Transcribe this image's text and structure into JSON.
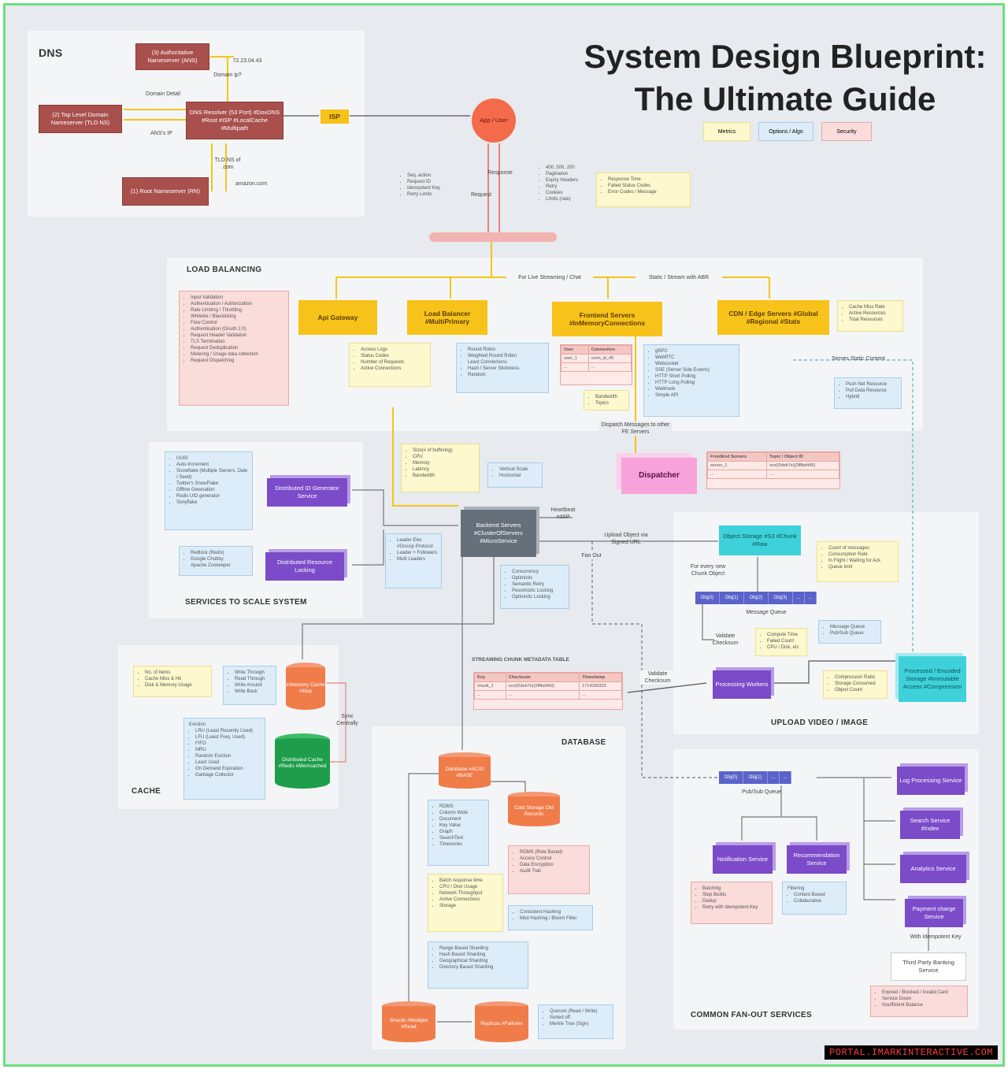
{
  "title": [
    "System Design Blueprint:",
    "The Ultimate Guide"
  ],
  "legend": [
    "Metrics",
    "Options / Algo",
    "Security"
  ],
  "sections": {
    "dns": "DNS",
    "lb": "LOAD BALANCING",
    "scale": "SERVICES TO SCALE SYSTEM",
    "upload": "UPLOAD VIDEO / IMAGE",
    "cache": "CACHE",
    "database": "DATABASE",
    "fanout": "COMMON FAN-OUT SERVICES"
  },
  "dns": {
    "authoritative": "(3) Authoritative Nameserver (ANS)",
    "tld": "(2) Top Level Domain Nameserver (TLD NS)",
    "resolver": "DNS Resolver (53 Port) #DoxDNS #Root #ISP #LocalCache #Multipath",
    "root": "(1) Root Nameserver (RN)",
    "isp": "ISP",
    "ip": "72.23.04.43",
    "domain_ip": "Domain ip?",
    "domain_detail": "Domain Detail",
    "ans_ip": "ANS's IP",
    "tld_ns": "TLD NS of .com",
    "amazon": "amazon.com"
  },
  "app": {
    "user": "App / User",
    "request": "Request",
    "response": "Response",
    "req_notes": [
      "Seq. action",
      "Request ID",
      "Idempotent Key",
      "Retry Limits"
    ],
    "resp_notes": [
      "400, 500, 200",
      "Pagination",
      "Expiry Headers",
      "Retry",
      "Cookies",
      "Limits (rate)"
    ],
    "metrics": [
      "Response Time",
      "Failed Status Codes",
      "Error Codes / Message"
    ]
  },
  "lb": {
    "route_live": "For Live Streaming / Chat",
    "route_static": "Static / Stream with ABR",
    "api_gateway": "Api Gateway",
    "load_balancer": "Load Balancer #MultiPrimary",
    "frontend": "Frontend Servers #InMemoryConnections",
    "cdn": "CDN / Edge Servers #Global #Regional #Stats",
    "gateway_features": [
      "Input Validation",
      "Authentication / Authorization",
      "Rate Limiting / Throttling",
      "Whitelist / Blacklisting",
      "Flow Control",
      "Authentication (OAuth 2.0)",
      "Request Header Validation",
      "TLS Termination",
      "Request Deduplication",
      "Metering / Usage data collection",
      "Request Dispatching"
    ],
    "lb_metrics": [
      "Access Logs",
      "Status Codes",
      "Number of Requests",
      "Active Connections"
    ],
    "lb_algos": [
      "Round Robin",
      "Weighted Round Robin",
      "Least Connections",
      "Hash / Server Stickiness",
      "Random"
    ],
    "conn_table": {
      "headers": [
        "User",
        "Connection"
      ],
      "rows": [
        [
          "user_1",
          "conn_id_45"
        ],
        [
          "...",
          "..."
        ]
      ]
    },
    "bandwidth": [
      "Bandwidth",
      "Topics"
    ],
    "protocols": [
      "gRPC",
      "WebRTC",
      "Websocket",
      "SSE (Server Side Events)",
      "HTTP Short Polling",
      "HTTP Long Polling",
      "Webhook",
      "Simple API"
    ],
    "cdn_metrics": [
      "Cache Miss Rate",
      "Active Resources",
      "Total Resources"
    ],
    "serves_static": "Serves Static Content",
    "cdn_modes": [
      "Push Net Resource",
      "Pull Data Resource",
      "Hybrid"
    ],
    "dispatch": "Dispatch Messages to other FE Servers"
  },
  "dispatcher": {
    "label": "Dispatcher",
    "table": {
      "headers": [
        "FrontEnd Servers",
        "Topic / Object ID"
      ],
      "rows": [
        [
          "server_1",
          "xxx(f2deb7e)(2fffbd449)"
        ],
        [
          "...",
          "..."
        ]
      ]
    }
  },
  "scale": {
    "backend": "Backend Servers #ClusterOfServers #MicroService",
    "backend_metrics": [
      "Size(# of buffering)",
      "CPU",
      "Memory",
      "Latency",
      "Bandwidth"
    ],
    "scaling": [
      "Vertical Scale",
      "Horizontal"
    ],
    "heartbeat": "Heartbeat ndAP",
    "id_gen": "Distributed ID Generator Service",
    "locking": "Distributed Resource Locking",
    "id_options": [
      "UUID",
      "Auto-Increment",
      "Snowflake (Multiple Servers, Date / Seed)",
      "Twitter's SnowFlake",
      "Offline Generation",
      "Redis UID generator",
      "Sonyflake"
    ],
    "lock_options": [
      "Redlock (Redis)",
      "Google Chubby",
      "Apache Zookeeper"
    ],
    "leader_opts": [
      "Leader Elec #Gossip Protocol",
      "Leader + Followers",
      "Multi Leaders"
    ],
    "concurrency": [
      "Concurrency",
      "Optimistic",
      "Semantic Retry",
      "Pessimistic Locking",
      "Optimistic Locking"
    ]
  },
  "upload": {
    "object_storage": "Object Storage #S3 #Chunk #Raw",
    "upload_via": "Upload Object via Signed URL",
    "queue_meta": [
      "Count of messages",
      "Consumption Rate",
      "In Flight / Waiting for Ack",
      "Queue limit"
    ],
    "chunk": "For every new Chunk Object",
    "queue": [
      "Obj(0)",
      "Obj(1)",
      "Obj(2)",
      "Obj(3)",
      "...",
      "..."
    ],
    "queue_label": "Message Queue",
    "queue_types": [
      "Message Queue",
      "Pub/Sub Queue"
    ],
    "validate1": "Validate Checksum",
    "worker_metrics": [
      "Compute Time",
      "Failed Count",
      "CPU / Disk, etc"
    ],
    "workers": "Processing Workers",
    "proc_metrics": [
      "Compression Ratio",
      "Storage Consumed",
      "Object Count"
    ],
    "processed": "Processed / Encoded Storage #Immutable Access #Compression",
    "validate2": "Validate Checksum",
    "fan_out": "Fan Out"
  },
  "streaming_table": {
    "caption": "STREAMING CHUNK METADATA TABLE",
    "headers": [
      "Key",
      "Checksum",
      "Timestamp"
    ],
    "rows": [
      [
        "chunk_1",
        "xxx(f2deb7e)(2fffbd449)",
        "1714290323"
      ],
      [
        "...",
        "...",
        "..."
      ]
    ]
  },
  "cache": {
    "metrics": [
      "No. of Items",
      "Cache Miss & Hit",
      "Disk & Memory Usage"
    ],
    "policies": [
      "Write Through",
      "Read Through",
      "Write Around",
      "Write Back"
    ],
    "in_memory": "InMemory Cache #Map",
    "distributed": "Distributed Cache #Redis #Memcached",
    "sync": "Sync Centrally",
    "eviction": [
      "Eviction",
      "LRU (Least Recently Used)",
      "LFU (Least Freq. Used)",
      "FIFO",
      "MRU",
      "Random Eviction",
      "Least Used",
      "On Demand Expiration",
      "Garbage Collector"
    ]
  },
  "database": {
    "primary": "Database #ACID #BASE",
    "cold": "Cold Storage Old Records",
    "types": [
      "RDMS",
      "Column Wide",
      "Document",
      "Key Value",
      "Graph",
      "SearchText",
      "Timeseries"
    ],
    "security": [
      "RDMS (Role Based)",
      "Access Control",
      "Data Encryption",
      "Audit Trail"
    ],
    "metrics": [
      "Batch response time",
      "CPU / Disk Usage",
      "Network Throughput",
      "Active Connections",
      "Storage"
    ],
    "hashing": [
      "Consistent Hashing",
      "Mod Hashing / Bloom Filter"
    ],
    "sharding": [
      "Range Based Sharding",
      "Hash Based Sharding",
      "Geographical Sharding",
      "Directory Based Sharding"
    ],
    "shard": "Shards #Multiple #Read",
    "replica": "Replicas #Failover",
    "replica_notes": [
      "Quorum (Read / Write)",
      "Sorted off",
      "Merkle Tree (Sign)"
    ]
  },
  "fanout": {
    "queue": [
      "Obj(0)",
      "Obj(1)",
      "...",
      "..."
    ],
    "queue_label": "Pub/Sub Queue",
    "notification": "Notification Service",
    "recommendation": "Recommendation Service",
    "log": "Log Processing Service",
    "search": "Search Service #Index",
    "analytics": "Analytics Service",
    "payment": "Payment charge Service",
    "notif_notes": [
      "Batching",
      "Step Builds",
      "Dedup",
      "Retry with Idempotent Key"
    ],
    "reco_notes": [
      "Filtering",
      "Content Based",
      "Collaborative"
    ],
    "idem": "With Idempotent Key",
    "third_party": "Third Party Banking Service",
    "pay_notes": [
      "Expired / Blocked / Invalid Card",
      "Service Down",
      "Insufficient Balance"
    ]
  },
  "watermark": "PORTAL.IMARKINTERACTIVE.COM",
  "colors": {
    "dns": "#a9504d",
    "gateway": "#f7c21a",
    "service": "#7b4bc9",
    "cache": "#f07c4a",
    "redis": "#1e9e4a",
    "storage": "#3fd1d9",
    "dispatcher": "#f7a3d9",
    "queue": "#5a63c9"
  }
}
